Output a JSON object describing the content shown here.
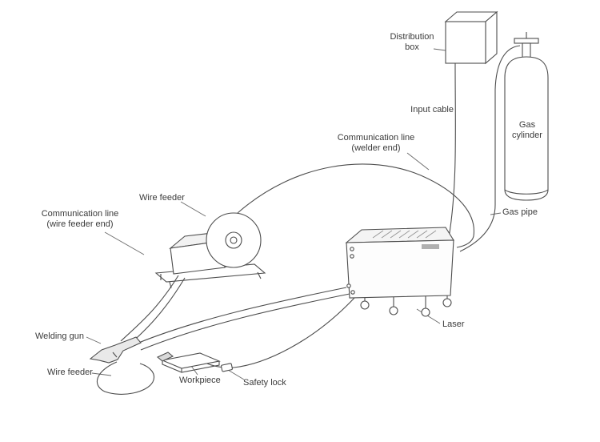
{
  "colors": {
    "background": "#ffffff",
    "line": "#4d4d4d",
    "text": "#3a3a3a"
  },
  "labels": {
    "distribution_box": {
      "line1": "Distribution",
      "line2": "box"
    },
    "input_cable": {
      "line1": "Input cable"
    },
    "communication_line_welder": {
      "line1": "Communication line",
      "line2": "(welder end)"
    },
    "gas_cylinder": {
      "line1": "Gas",
      "line2": "cylinder"
    },
    "wire_feeder_top": {
      "line1": "Wire feeder"
    },
    "communication_line_wire_feeder": {
      "line1": "Communication line",
      "line2": "(wire feeder end)"
    },
    "gas_pipe": {
      "line1": "Gas pipe"
    },
    "laser": {
      "line1": "Laser"
    },
    "welding_gun": {
      "line1": "Welding gun"
    },
    "wire_feeder_bottom": {
      "line1": "Wire feeder"
    },
    "workpiece": {
      "line1": "Workpiece"
    },
    "safety_lock": {
      "line1": "Safety lock"
    }
  }
}
